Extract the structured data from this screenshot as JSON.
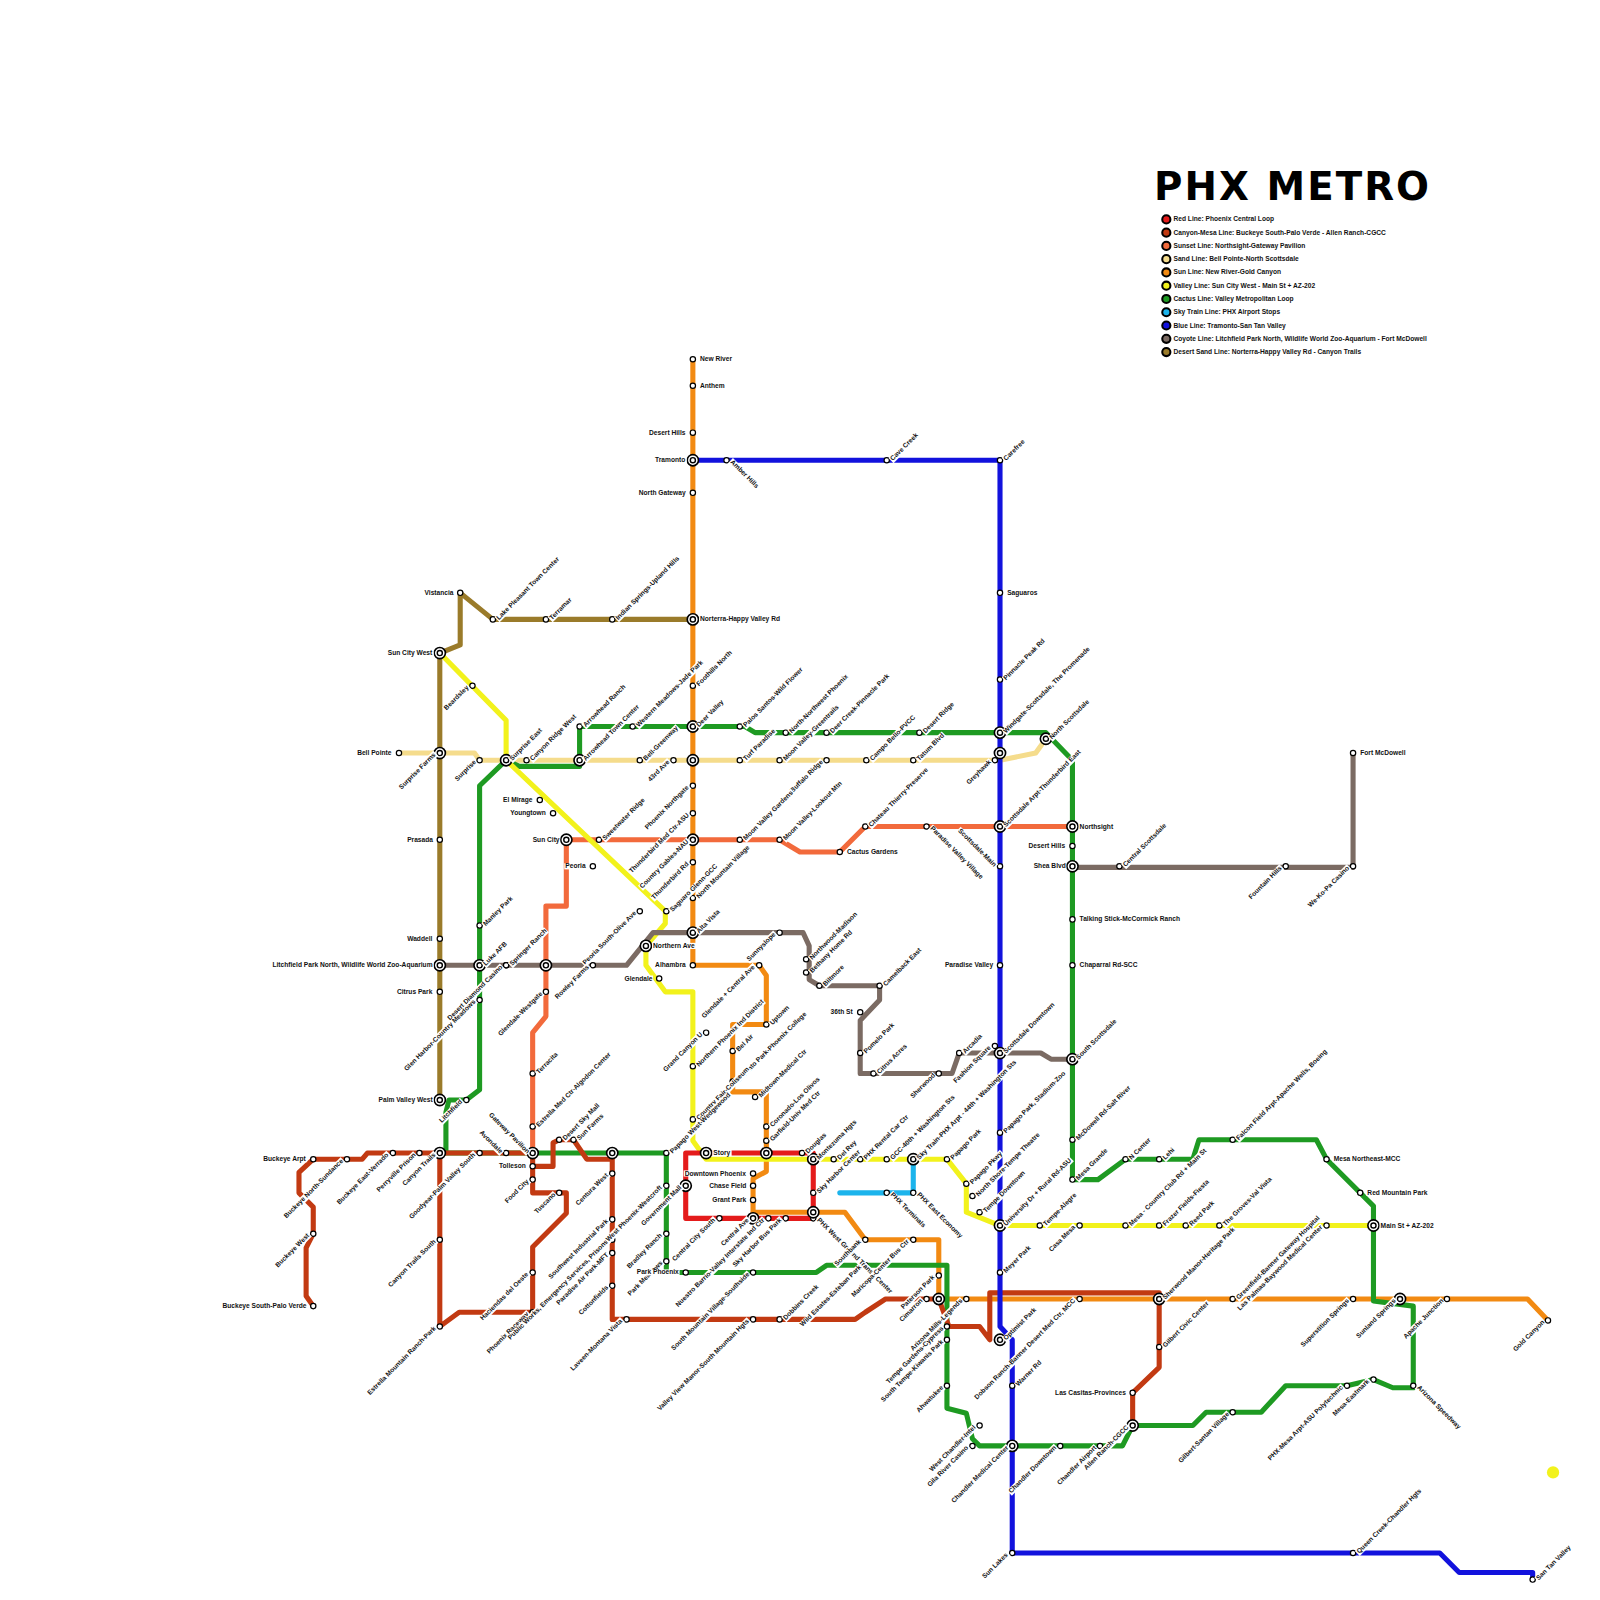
{
  "diagram": {
    "title": "PHX METRO",
    "labels": [
      "New River",
      "Anthem",
      "Desert Hills",
      "Tramonto",
      "North Gateway",
      "Amber Hills",
      "Cave Creek",
      "Carefree",
      "Saguaros",
      "Pinnacle Peak Rd",
      "Vistancia",
      "Lake Pleasant Town Center",
      "Terramar",
      "Indian Springs-Upland Hills",
      "Norterra-Happy Valley Rd",
      "Sun City West",
      "Beardsley",
      "Foothills North",
      "Arrowhead Ranch",
      "Western Meadows-Jade Park",
      "Deer Valley",
      "Palos Santos-Wild Flower",
      "North-Northwest Phoenix",
      "Deer Creek-Pinnacle Park",
      "Desert Ridge",
      "Windgate-Scottsdale, The Promenade",
      "North Scottsdale",
      "Bell Pointe",
      "Surprise Farms",
      "Surprise",
      "Surprise East",
      "Canyon Ridge West",
      "Arrowhead Town Center",
      "Bell-Greenway",
      "43rd Ave",
      "Turf Paradise",
      "Moon Valley-Greentrails",
      "Buffalo Ridge",
      "Campo Bello-PVCC",
      "Tatum Blvd",
      "Greyhawk",
      "El Mirage",
      "Youngtown",
      "Phoenix Northgate",
      "Thunderbird Med Ctr-ASU",
      "Sun City",
      "Sweetwater Ridge",
      "Country Gables-NAU",
      "Thunderbird Rd",
      "Moon Valley Gardens",
      "Moon Valley-Lookout Mtn",
      "Cactus Gardens",
      "Chateau Thierry-Preserve",
      "Paradise Valley Village",
      "Scottsdale-Main",
      "Scottsdale Arpt-Thunderbird East",
      "Northsight",
      "Desert Hills",
      "Shea Blvd",
      "Central Scottsdale",
      "Fountain Hills",
      "We-Ko-Pa Casino",
      "Fort McDowell",
      "Prasada",
      "Peoria",
      "North Mountain Village",
      "Peoria South-Olive Ave",
      "Saguaro Glenn-GCC",
      "Alta Vista",
      "Waddell",
      "Manley Park",
      "Sunnyslope",
      "Northwood-Madison",
      "Bethany Home Rd",
      "Northern Ave",
      "Litchfield Park North, Wildlife World Zoo-Aquarium",
      "Luke AFB",
      "Springer Ranch",
      "Desert Diamond Casino",
      "Rowley Farms",
      "Alhambra",
      "Glendale + Central Ave",
      "Biltmore",
      "Camelback East",
      "Glendale",
      "Citrus Park",
      "Glen Harbor-Country Meadows",
      "Glendale-Westgate",
      "36th St",
      "Uptown",
      "Grand Canyon U",
      "Pomelo Park",
      "Bel Air",
      "Northern Phoenix Ind District",
      "Citrus Acres",
      "Sherwood",
      "Arcadia",
      "Fashion Square",
      "Scottsdale Downtown",
      "Paradise Valley",
      "Talking Stick-McCormick Ranch",
      "Chaparral Rd-SCC",
      "South Scottsdale",
      "Terracita",
      "Encanto Park-Phoenix College",
      "Midtown-Medical Ctr",
      "Palm Valley West",
      "Litchfield",
      "Country Fair-Coliseum",
      "Coronado-Los Olivos",
      "Estrella Med Ctr-Algodon Center",
      "Garfield-Univ Med Ctr",
      "McDowell Rd-Salt River",
      "Falcon Field Arpt-Apache Wells, Boeing",
      "Buckeye Arpt",
      "Buckeye North-Sundance",
      "Buckeye East-Verrado",
      "Perryville Prison",
      "Canyon Trails",
      "Goodyear-Palm Valley South",
      "Avondale",
      "Gateway Pavilion",
      "Desert Sky Mall",
      "Sun Farms",
      "Papago West-Wedgewood",
      "Story",
      "Douglas",
      "Montezuma Hgts",
      "Del Rey",
      "PHX Rental Car Ctr",
      "GCC-40th + Washington Sts",
      "Sky Train-PHX Arpt - 44th + Washington Sts",
      "Papago Park",
      "Papago Pkwy",
      "Mesa Grande",
      "N Center",
      "Lehi",
      "Mesa Northeast-MCC",
      "Tolleson",
      "Downtown Phoenix",
      "Food City",
      "Centura West",
      "Chase Field",
      "Government Mall",
      "Sky Harbor Center",
      "PHX Terminals",
      "PHX East Economy",
      "Red Mountain Park",
      "Tuscano",
      "Grant Park",
      "Tempe Downtown",
      "Southwest Industrial Park",
      "Bradley Ranch",
      "Central City South",
      "Central Ave",
      "Nuestro Barrio-Valley Interstate Ind Ctr",
      "Sky Harbor Bus Park",
      "PHX West Ground Transp Center",
      "University Dr + Rural Rd-ASU",
      "Tempe-Alegre",
      "Casa Mesa",
      "Mesa - Country Club Rd + Main St",
      "Frazer Fields-Fiesta",
      "Reed Park",
      "The Groves-Val Vista",
      "Las Palmas-Baywood Medical Center",
      "Main St + AZ-202",
      "Buckeye West",
      "Canyon Trails South",
      "Southbank",
      "Maricopa-Center Bus Ctr",
      "Paradise Air Park-MFT",
      "Park Meadows",
      "Park Phoenix",
      "Wild Estates-Esteban Park",
      "Paterson Park",
      "Meyer Park",
      "Haciendas del Oeste",
      "Cottonfields",
      "Buckeye South-Palo Verde",
      "Cimarron",
      "Arizona Mills-Legends",
      "Dobson Ranch-Banner Desert Med Ctr, MCC",
      "Sherwood Manor-Heritage Park",
      "Greenfield-Banner Gateway Hospital",
      "Superstition Springs",
      "Sunland Springs",
      "Apache Junction",
      "Gold Canyon",
      "Phoenix Raceway",
      "Estrella Mountain Ranch-Park",
      "Laveen-Montana Vista",
      "South Mountain Village-Southside",
      "Dobbins Creek",
      "Tempe Gardens-Cypress",
      "South Tempe-Kiwanis Park",
      "Optimist Park",
      "Gilbert Civic Center",
      "Warner Rd",
      "Ahwatukee",
      "Las Casitas-Provinces",
      "Arizona Speedway",
      "Mesa-Eastmark",
      "PHX-Mesa Arpt-ASU Polytechnic",
      "Gilbert-Santan Village",
      "West Chandler-Intel",
      "Allen Ranch-CGCC",
      "Gila River Casino",
      "Chandler Medical Center",
      "Chandler Downtown",
      "Chandler Airport",
      "Sun Lakes",
      "Queen Creek-Chandler Hgts",
      "San Tan Valley",
      "Papago Park, Stadium-Zoo",
      "North Shore-Tempe Theatre",
      "Public Works, Emergency Services, Prisons",
      "West Phoenix-Westcroft",
      "Valley View Manor-South Mountain Hgts"
    ],
    "legend": [
      {
        "text": "Red Line: Phoenix Central Loop",
        "color": "#e41b1b"
      },
      {
        "text": "Canyon-Mesa Line: Buckeye South-Palo Verde - Allen Ranch-CGCC",
        "color": "#c23a12"
      },
      {
        "text": "Sunset Line: Northsight-Gateway Pavilion",
        "color": "#f26a3c"
      },
      {
        "text": "Sand Line: Bell Pointe-North Scottsdale",
        "color": "#f5dc8c"
      },
      {
        "text": "Sun Line: New River-Gold Canyon",
        "color": "#f28a12"
      },
      {
        "text": "Valley Line: Sun City West - Main St + AZ-202",
        "color": "#f2f21c"
      },
      {
        "text": "Cactus Line: Valley Metropolitan Loop",
        "color": "#1e9a22"
      },
      {
        "text": "Sky Train Line: PHX Airport Stops",
        "color": "#1cb4ec"
      },
      {
        "text": "Blue Line: Tramonto-San Tan Valley",
        "color": "#1212dd"
      },
      {
        "text": "Coyote Line: Litchfield Park North, Wildlife World Zoo-Aquarium - Fort McDowell",
        "color": "#7b6b63"
      },
      {
        "text": "Desert Sand Line: Norterra-Happy Valley Rd - Canyon Trails",
        "color": "#9a7b2a"
      }
    ]
  }
}
